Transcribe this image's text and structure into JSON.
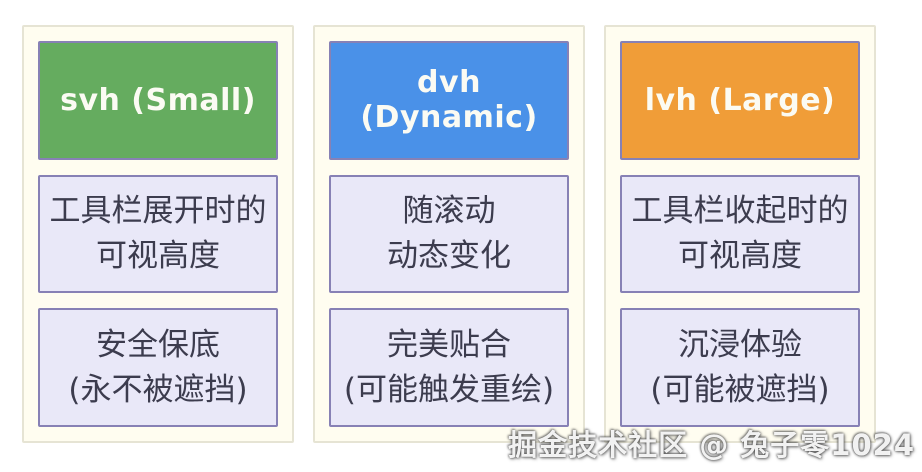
{
  "page": {
    "background_color": "#ffffff"
  },
  "colors": {
    "card_background": "#fffdf0",
    "card_border": "#e6e4d4",
    "box_border": "#8781b5",
    "info_box_background": "#e9e8f8",
    "body_text": "#3c3c4e",
    "header_text": "#fbfbf3",
    "svh_green": "#65ac5f",
    "dvh_blue": "#4a91e8",
    "lvh_orange": "#f09d38"
  },
  "columns": [
    {
      "id": "svh",
      "header": {
        "label": "svh (Small)",
        "color": "#65ac5f"
      },
      "middle": {
        "line1": "工具栏展开时的",
        "line2": "可视高度"
      },
      "bottom": {
        "line1": "安全保底",
        "line2": "(永不被遮挡)"
      }
    },
    {
      "id": "dvh",
      "header": {
        "label": "dvh (Dynamic)",
        "color": "#4a91e8"
      },
      "middle": {
        "line1": "随滚动",
        "line2": "动态变化"
      },
      "bottom": {
        "line1": "完美贴合",
        "line2": "(可能触发重绘)"
      }
    },
    {
      "id": "lvh",
      "header": {
        "label": "lvh (Large)",
        "color": "#f09d38"
      },
      "middle": {
        "line1": "工具栏收起时的",
        "line2": "可视高度"
      },
      "bottom": {
        "line1": "沉浸体验",
        "line2": "(可能被遮挡)"
      }
    }
  ],
  "watermark": {
    "text": "掘金技术社区 @ 兔子零1024"
  }
}
